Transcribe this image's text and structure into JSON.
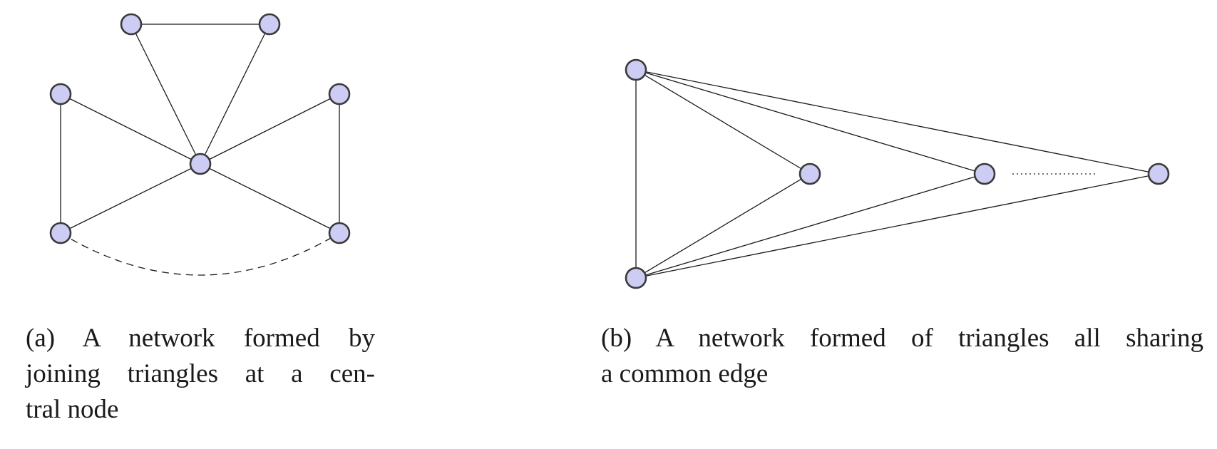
{
  "figure": {
    "colors": {
      "node_fill": "#ccccf5",
      "node_stroke": "#3a3a3a",
      "edge": "#1a1a1a"
    },
    "panel_a": {
      "caption": "(a) A network formed by joining triangles at a central node",
      "caption_lines": [
        "(a) A network formed by",
        "joining triangles at a cen-",
        "tral node"
      ],
      "nodes": [
        "center",
        "top-left",
        "top-right",
        "left-top",
        "left-bottom",
        "right-top",
        "right-bottom"
      ],
      "edges": [
        {
          "from": "top-left",
          "to": "top-right",
          "style": "solid"
        },
        {
          "from": "top-left",
          "to": "center",
          "style": "solid"
        },
        {
          "from": "top-right",
          "to": "center",
          "style": "solid"
        },
        {
          "from": "left-top",
          "to": "left-bottom",
          "style": "solid"
        },
        {
          "from": "left-top",
          "to": "center",
          "style": "solid"
        },
        {
          "from": "left-bottom",
          "to": "center",
          "style": "solid"
        },
        {
          "from": "right-top",
          "to": "right-bottom",
          "style": "solid"
        },
        {
          "from": "right-top",
          "to": "center",
          "style": "solid"
        },
        {
          "from": "right-bottom",
          "to": "center",
          "style": "solid"
        },
        {
          "from": "left-bottom",
          "to": "right-bottom",
          "style": "dashed"
        }
      ]
    },
    "panel_b": {
      "caption": "(b) A network formed of triangles all sharing a common edge",
      "caption_lines": [
        "(b) A network formed of triangles all sharing",
        "a common edge"
      ],
      "nodes": [
        "shared-top",
        "shared-bottom",
        "apex-1",
        "apex-2",
        "apex-n"
      ],
      "edges": [
        {
          "from": "shared-top",
          "to": "shared-bottom",
          "style": "solid"
        },
        {
          "from": "shared-top",
          "to": "apex-1",
          "style": "solid"
        },
        {
          "from": "shared-bottom",
          "to": "apex-1",
          "style": "solid"
        },
        {
          "from": "shared-top",
          "to": "apex-2",
          "style": "solid"
        },
        {
          "from": "shared-bottom",
          "to": "apex-2",
          "style": "solid"
        },
        {
          "from": "shared-top",
          "to": "apex-n",
          "style": "solid"
        },
        {
          "from": "shared-bottom",
          "to": "apex-n",
          "style": "solid"
        },
        {
          "from": "apex-2",
          "to": "apex-n",
          "style": "dotted"
        }
      ]
    }
  }
}
